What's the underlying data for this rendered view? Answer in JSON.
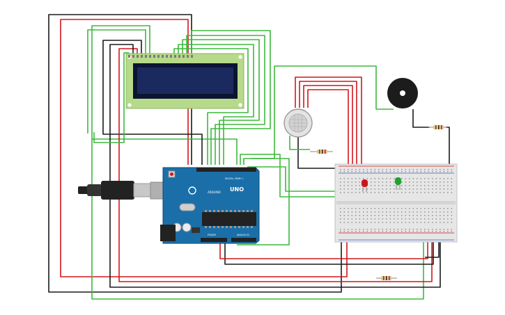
{
  "arduino": {
    "logo_text": "UNO",
    "brand_text": "ARDUINO",
    "digital_header_label": "DIGITAL (PWM~)",
    "power_label": "POWER",
    "analog_label": "ANALOG IN"
  },
  "components": {
    "lcd": "lcd-16x2-display",
    "gas_sensor": "gas-sensor",
    "piezo": "piezo-buzzer",
    "red_led": "red-led",
    "green_led": "green-led",
    "breadboard": "solderless-breadboard",
    "usb_cable": "usb-cable"
  },
  "colors": {
    "wire_green": "#3db83d",
    "wire_red": "#d0161b",
    "wire_black": "#1a1a1a",
    "arduino_blue": "#1b6fa8",
    "lcd_green": "#b7d98a",
    "lcd_screen": "#1b2a5e",
    "breadboard_bg": "#e6e6e6"
  }
}
